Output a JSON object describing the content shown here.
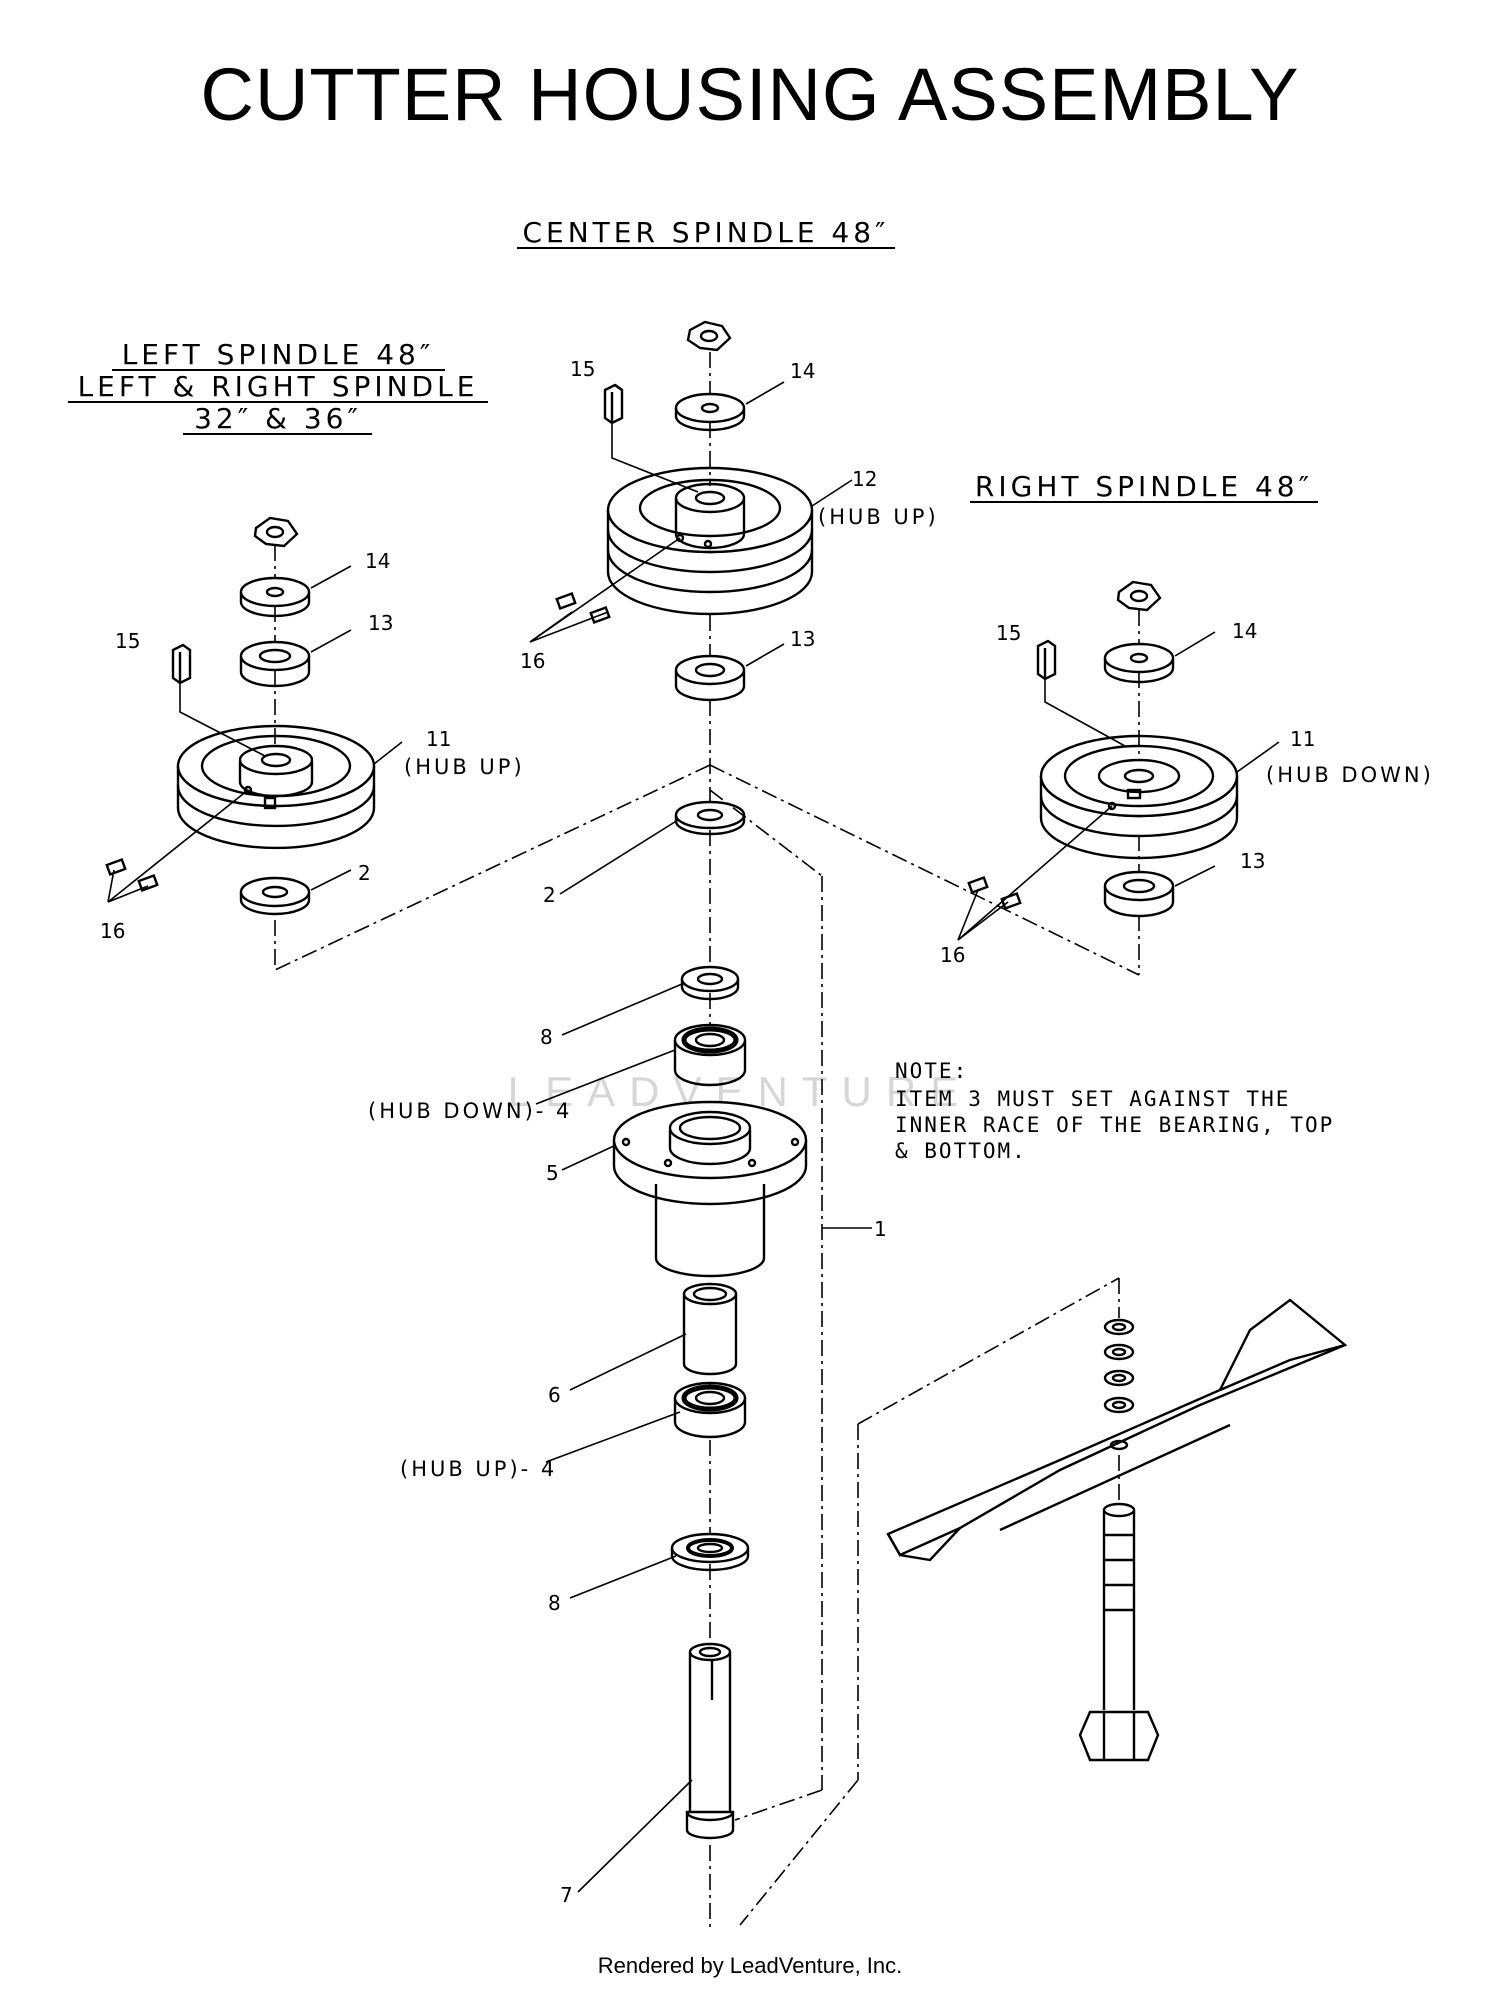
{
  "title": "CUTTER HOUSING ASSEMBLY",
  "sections": {
    "center": "CENTER SPINDLE 48″",
    "left": [
      "LEFT SPINDLE 48″",
      "LEFT & RIGHT SPINDLE",
      "32″ & 36″"
    ],
    "right": "RIGHT SPINDLE 48″"
  },
  "callouts": {
    "c15": "15",
    "c14": "14",
    "c12": "12",
    "c12note": "(HUB UP)",
    "c16": "16",
    "c13": "13",
    "l14": "14",
    "l13": "13",
    "l15": "15",
    "l11": "11",
    "l11note": "(HUB UP)",
    "l2": "2",
    "l16": "16",
    "r15": "15",
    "r14": "14",
    "r11": "11",
    "r11note": "(HUB DOWN)",
    "r13": "13",
    "r16": "16",
    "m2": "2",
    "m8a": "8",
    "m4a": "(HUB DOWN)- 4",
    "m5": "5",
    "m1": "1",
    "m6": "6",
    "m4b": "(HUB UP)- 4",
    "m8b": "8",
    "m7": "7"
  },
  "note": [
    "NOTE:",
    "ITEM 3 MUST SET AGAINST THE",
    "INNER RACE OF THE BEARING, TOP",
    "& BOTTOM."
  ],
  "watermark": "LEADVENTURE",
  "footer": "Rendered by LeadVenture, Inc."
}
